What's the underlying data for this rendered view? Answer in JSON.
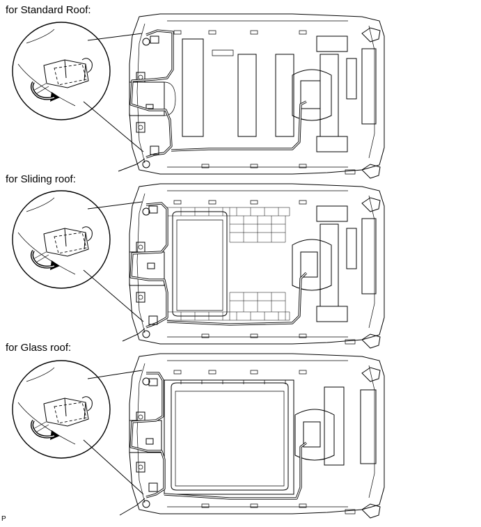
{
  "captions": {
    "standard": "for Standard Roof:",
    "sliding": "for Sliding roof:",
    "glass": "for Glass roof:"
  },
  "figure_code": "P"
}
